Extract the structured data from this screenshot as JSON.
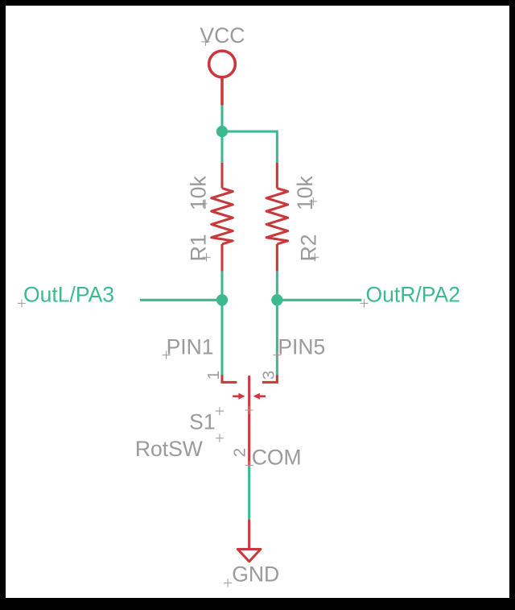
{
  "schematic": {
    "colors": {
      "wire": "#3bb98f",
      "component": "#c8383c",
      "label_gray": "#9a9a9a",
      "net_label": "#3bb98f",
      "background": "#ffffff",
      "border": "#000000"
    },
    "supply": {
      "name": "VCC"
    },
    "ground": {
      "name": "GND"
    },
    "resistors": [
      {
        "ref": "R1",
        "value": "10k"
      },
      {
        "ref": "R2",
        "value": "10k"
      }
    ],
    "nets": {
      "left": "OutL/PA3",
      "right": "OutR/PA2"
    },
    "switch": {
      "ref": "S1",
      "value": "RotSW",
      "pins": {
        "pin1_name": "PIN1",
        "pin1_number": "1",
        "pin5_name": "PIN5",
        "pin3_number": "3",
        "com_name": "COM",
        "com_number": "2"
      }
    }
  }
}
